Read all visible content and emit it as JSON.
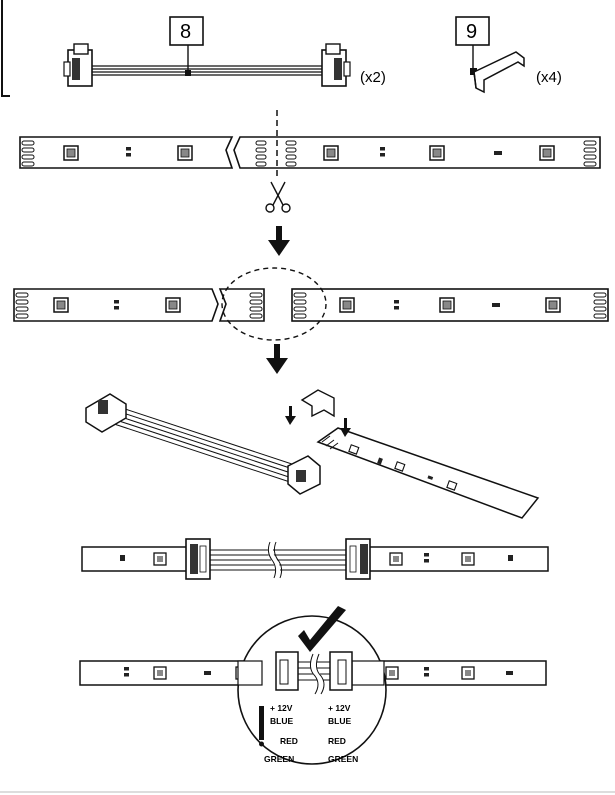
{
  "parts": [
    {
      "number": "8",
      "quantity": "(x2)",
      "name": "connector cable"
    },
    {
      "number": "9",
      "quantity": "(x4)",
      "name": "clip"
    }
  ],
  "wiring": {
    "left": [
      "+ 12V",
      "BLUE",
      "RED",
      "GREEN"
    ],
    "right": [
      "+ 12V",
      "BLUE",
      "RED",
      "GREEN"
    ]
  },
  "icons": [
    "scissors-icon",
    "down-arrow-icon",
    "check-mark-icon"
  ]
}
